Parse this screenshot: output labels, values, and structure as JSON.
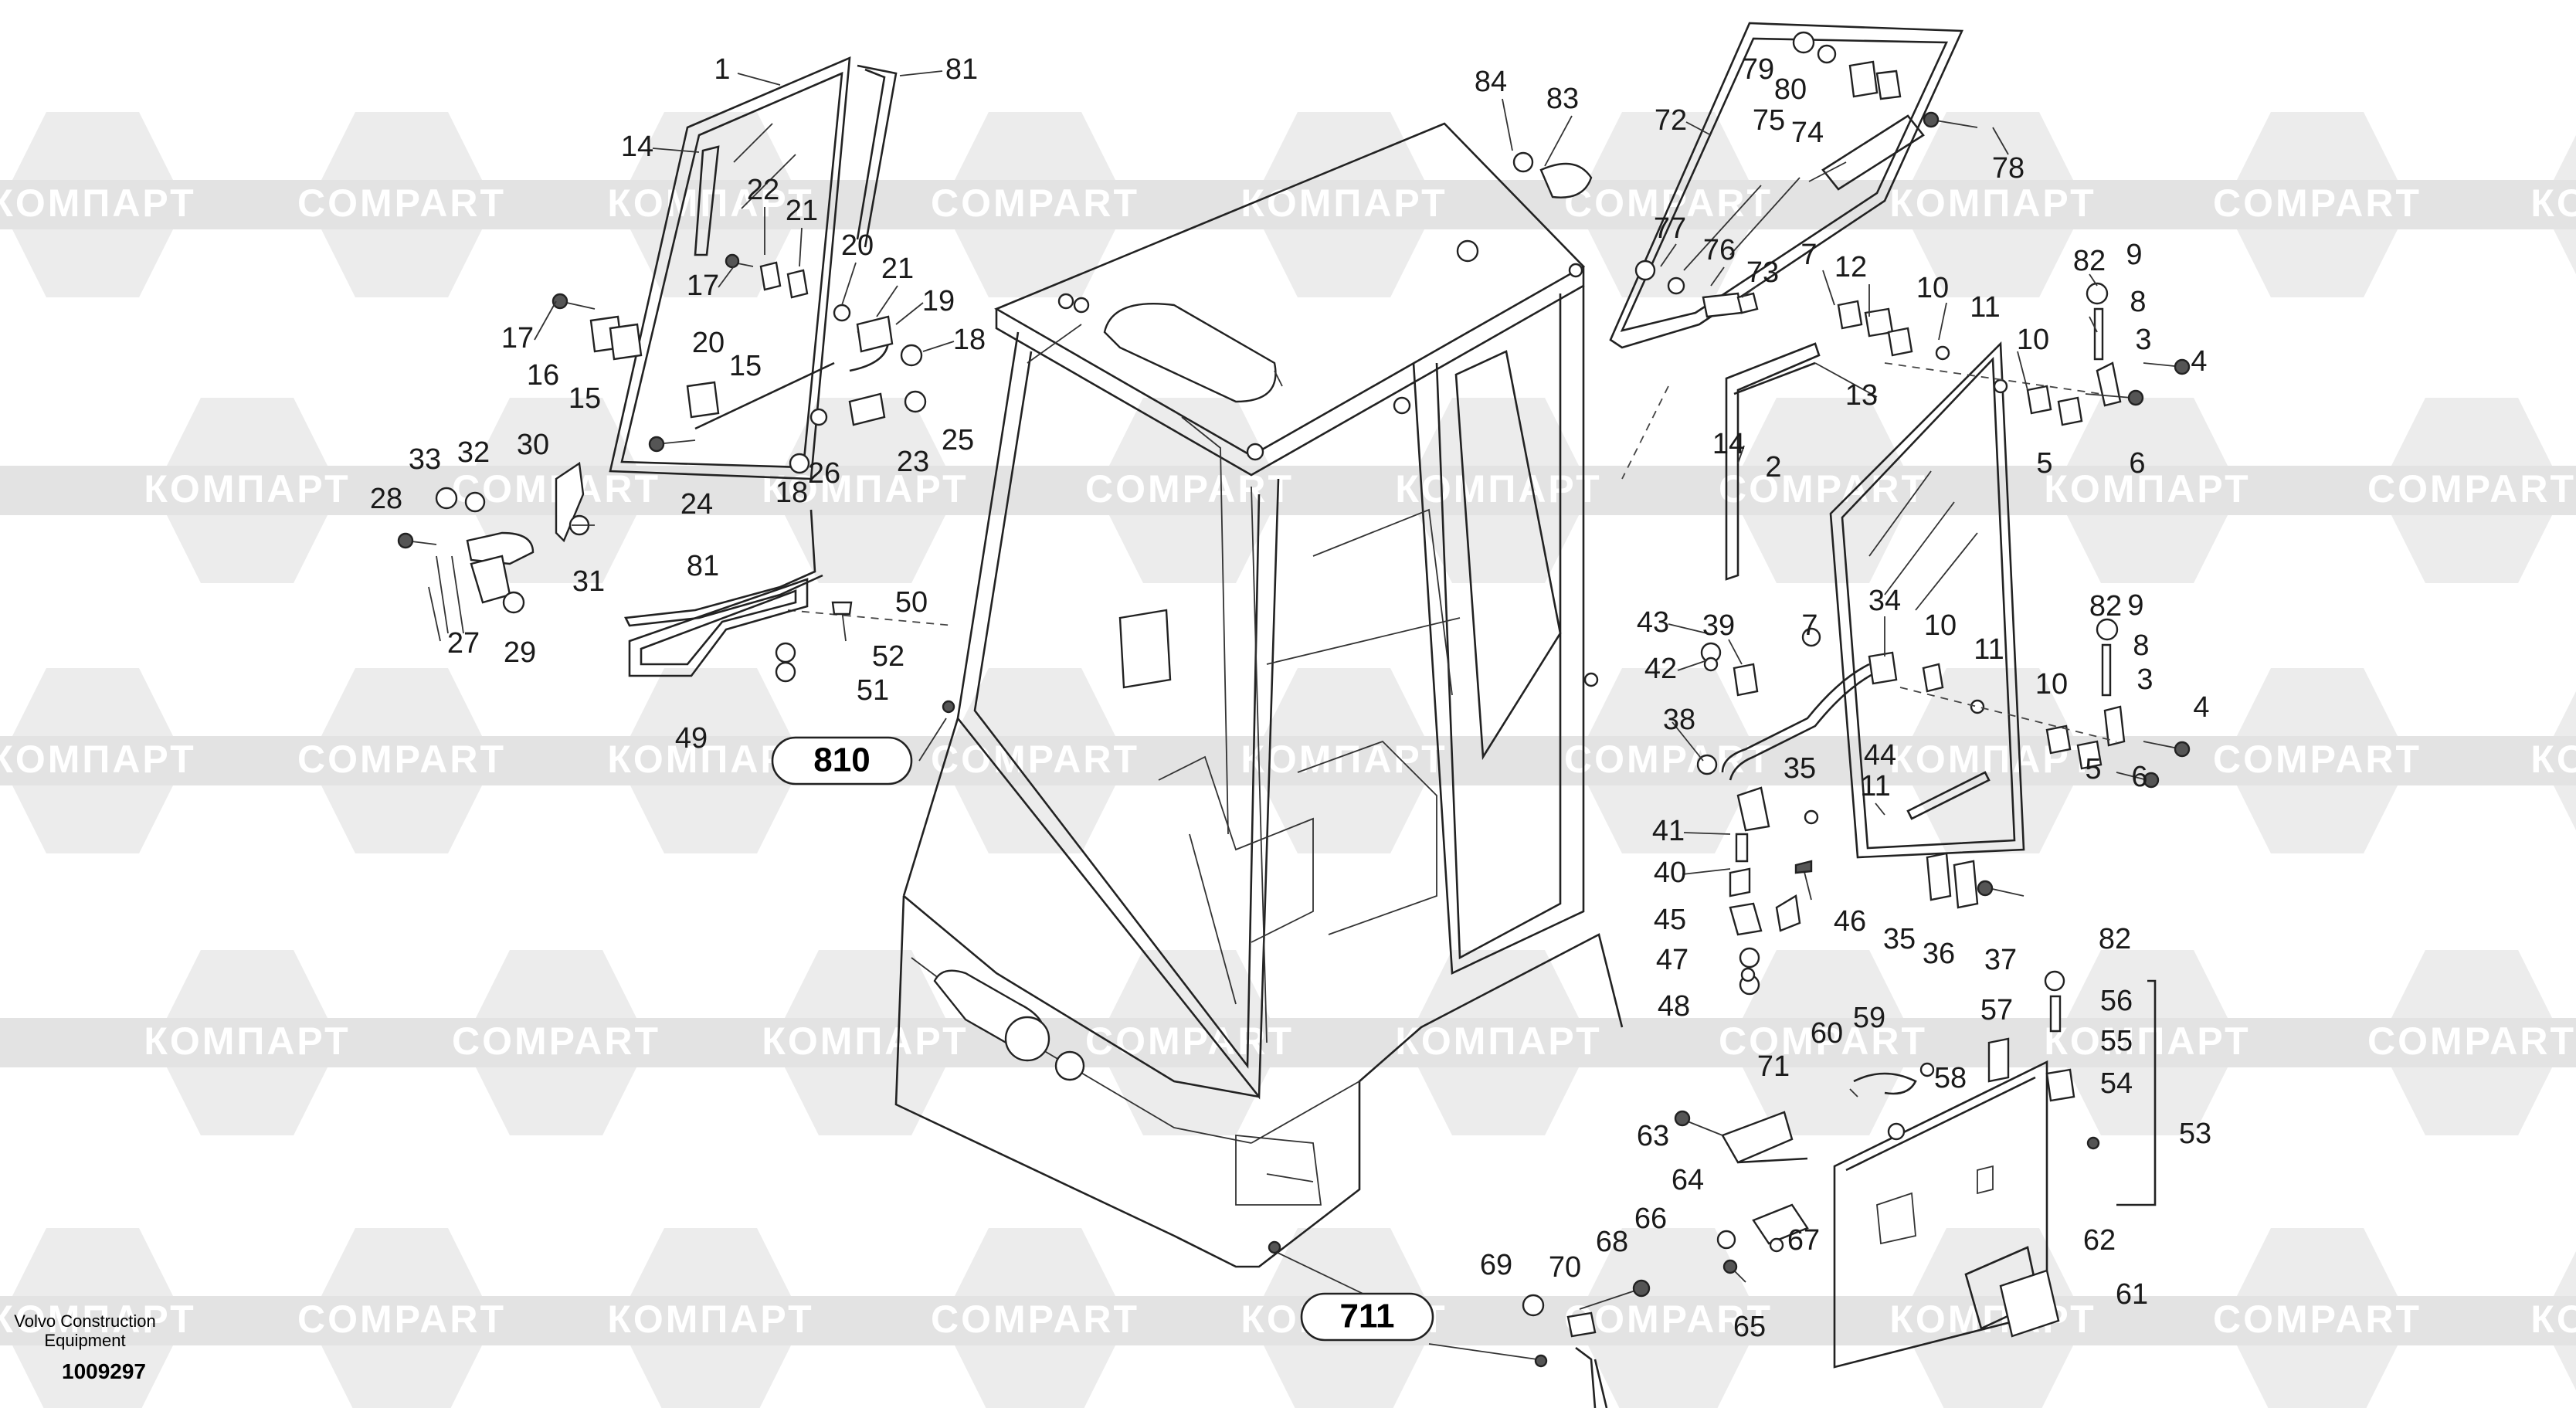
{
  "watermark": {
    "latin": "COMPART",
    "cyrillic": "КОМПАРТ",
    "color": "#e3e3e3"
  },
  "credit": {
    "line1": "Volvo Construction",
    "line2": "Equipment",
    "doc_number": "1009297"
  },
  "reference_callouts": [
    {
      "id": "ref-810",
      "text": "810"
    },
    {
      "id": "ref-711",
      "text": "711"
    }
  ],
  "part_labels": [
    "1",
    "81",
    "14",
    "22",
    "21",
    "20",
    "21",
    "19",
    "18",
    "17",
    "17",
    "16",
    "15",
    "20",
    "15",
    "24",
    "25",
    "23",
    "26",
    "18",
    "33",
    "32",
    "30",
    "28",
    "31",
    "27",
    "29",
    "81",
    "50",
    "52",
    "51",
    "49",
    "84",
    "83",
    "72",
    "79",
    "80",
    "75",
    "74",
    "78",
    "77",
    "76",
    "73",
    "82",
    "9",
    "8",
    "3",
    "4",
    "7",
    "12",
    "10",
    "11",
    "10",
    "13",
    "14",
    "2",
    "5",
    "6",
    "43",
    "42",
    "39",
    "7",
    "34",
    "10",
    "11",
    "82",
    "9",
    "8",
    "3",
    "4",
    "38",
    "35",
    "11",
    "44",
    "10",
    "5",
    "6",
    "41",
    "40",
    "45",
    "46",
    "47",
    "48",
    "35",
    "36",
    "37",
    "82",
    "56",
    "55",
    "54",
    "57",
    "59",
    "60",
    "58",
    "71",
    "53",
    "63",
    "64",
    "66",
    "67",
    "62",
    "61",
    "65",
    "68",
    "70",
    "69"
  ]
}
